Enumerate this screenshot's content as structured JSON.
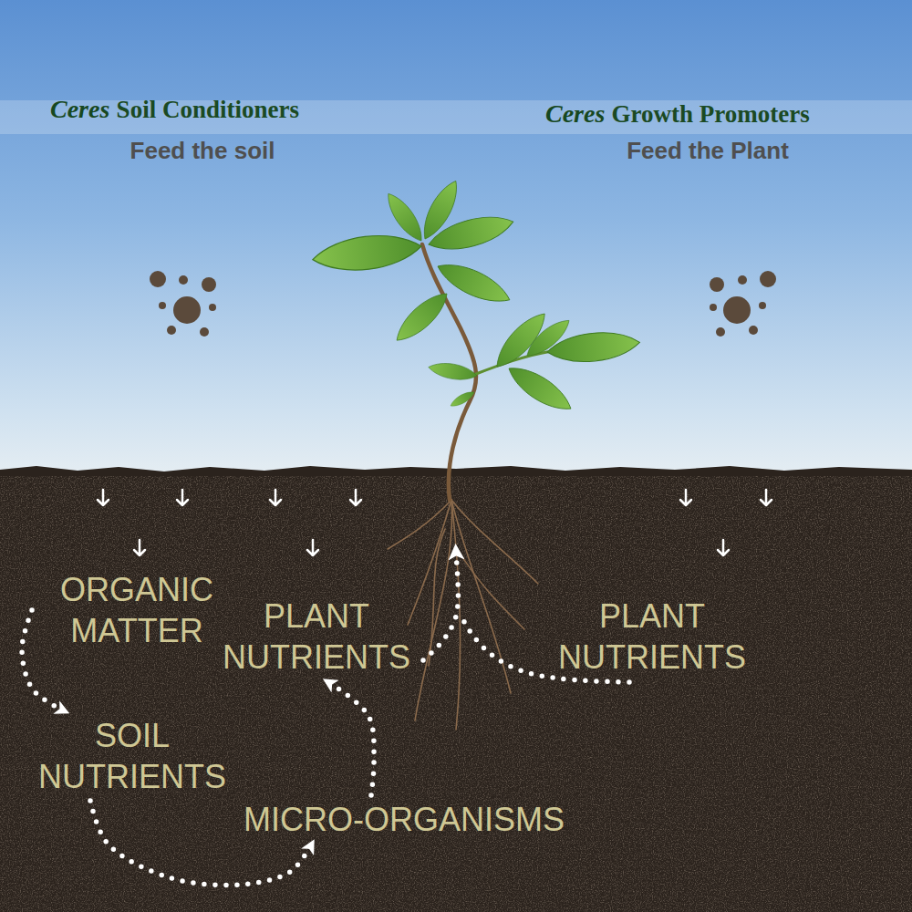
{
  "diagram": {
    "nodes": [
      {
        "text": [
          "ORGANIC MATTER"
        ]
      },
      {
        "text": [
          "PLANT NUTRIENTS"
        ]
      },
      {
        "text": [
          "PLANT NUTRIENTS"
        ]
      },
      {
        "text": [
          "SOIL NUTRIENTS"
        ]
      },
      {
        "text": [
          "MICRO-ORGANISMS"
        ]
      }
    ],
    "edges": [
      {
        "from": 0,
        "to": 3,
        "arrow": "to"
      },
      {
        "from": 3,
        "to": 4,
        "arrow": "to"
      },
      {
        "from": 4,
        "to": 1,
        "arrow": "to"
      }
    ],
    "labels": [
      "Ceres",
      "Soil Conditioners",
      "Feed the soil",
      "Ceres",
      "Growth Promoters",
      "Feed the Plant"
    ]
  }
}
